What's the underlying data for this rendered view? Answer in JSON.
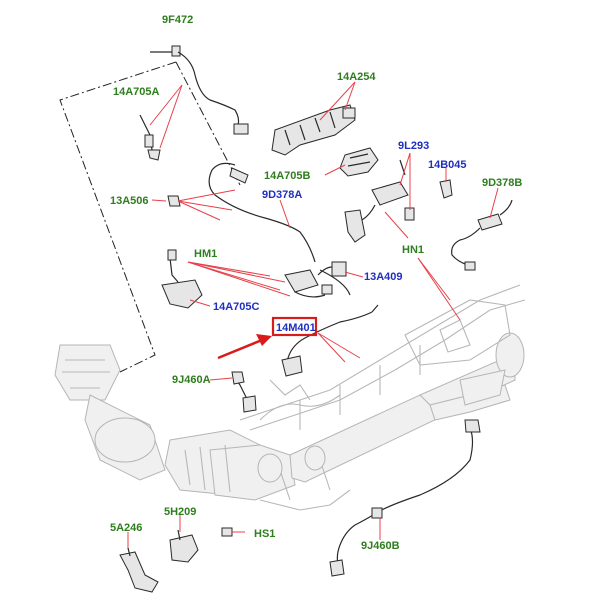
{
  "labels": {
    "l_9F472": "9F472",
    "l_14A705A": "14A705A",
    "l_14A254": "14A254",
    "l_14A705B": "14A705B",
    "l_9L293": "9L293",
    "l_14B045": "14B045",
    "l_9D378B": "9D378B",
    "l_13A506": "13A506",
    "l_9D378A": "9D378A",
    "l_HM1": "HM1",
    "l_HN1": "HN1",
    "l_13A409": "13A409",
    "l_14A705C": "14A705C",
    "l_14M401": "14M401",
    "l_9J460A": "9J460A",
    "l_5A246": "5A246",
    "l_5H209": "5H209",
    "l_HS1": "HS1",
    "l_9J460B": "9J460B"
  },
  "colors": {
    "label_green": "#2e7d1e",
    "label_blue": "#1f2fbf",
    "leader_red": "#e8404a",
    "highlight_red": "#d81b1b"
  }
}
